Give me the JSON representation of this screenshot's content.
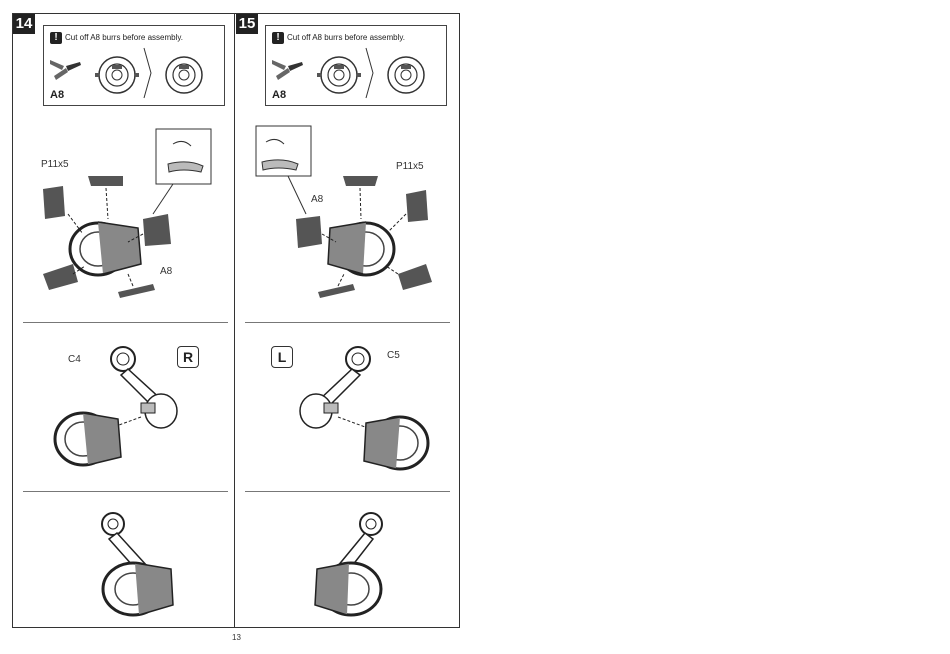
{
  "page": {
    "number": "13"
  },
  "steps": [
    {
      "number": "14",
      "note": "Cut off A8 burrs before assembly.",
      "note_part": "A8",
      "part_label_left": "P11x5",
      "part_label_right": "A8",
      "rod_label": "C4",
      "side_badge": "R"
    },
    {
      "number": "15",
      "note": "Cut off A8 burrs before assembly.",
      "note_part": "A8",
      "part_label_left": "A8",
      "part_label_right": "P11x5",
      "rod_label": "C5",
      "side_badge": "L"
    }
  ]
}
